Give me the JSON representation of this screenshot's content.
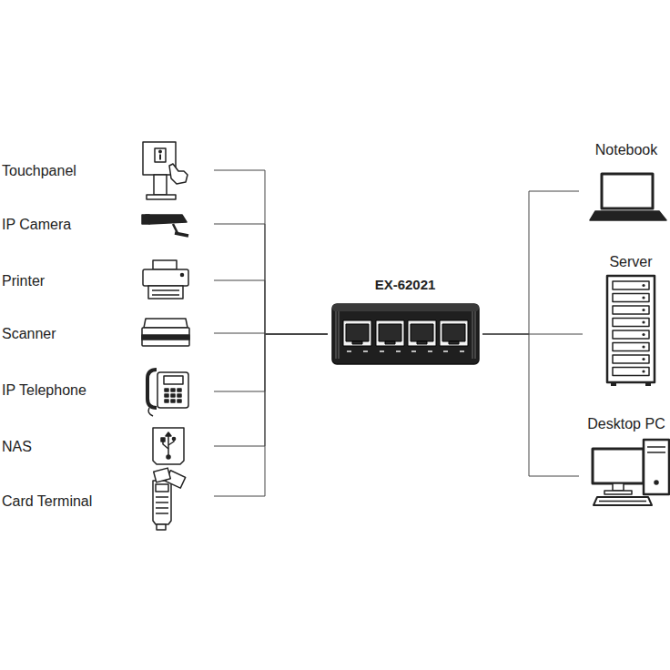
{
  "diagram": {
    "nodes": [
      {
        "text": [
          "Touchpanel"
        ]
      },
      {
        "text": [
          "IP Camera"
        ]
      },
      {
        "text": [
          "Printer"
        ]
      },
      {
        "text": [
          "Scanner"
        ]
      },
      {
        "text": [
          "IP Telephone"
        ]
      },
      {
        "text": [
          "NAS"
        ]
      },
      {
        "text": [
          "Card Terminal"
        ]
      },
      {
        "text": [
          "EX-62021"
        ]
      },
      {
        "text": [
          "Notebook"
        ]
      },
      {
        "text": [
          "Server"
        ]
      },
      {
        "text": [
          "Desktop PC"
        ]
      }
    ],
    "edges": [
      {
        "from": 0,
        "to": 7,
        "arrow": "none"
      },
      {
        "from": 1,
        "to": 7,
        "arrow": "none"
      },
      {
        "from": 2,
        "to": 7,
        "arrow": "none"
      },
      {
        "from": 3,
        "to": 7,
        "arrow": "none"
      },
      {
        "from": 4,
        "to": 7,
        "arrow": "none"
      },
      {
        "from": 5,
        "to": 7,
        "arrow": "none"
      },
      {
        "from": 6,
        "to": 7,
        "arrow": "none"
      },
      {
        "from": 7,
        "to": 8,
        "arrow": "none"
      },
      {
        "from": 7,
        "to": 9,
        "arrow": "none"
      },
      {
        "from": 7,
        "to": 10,
        "arrow": "none"
      }
    ]
  }
}
